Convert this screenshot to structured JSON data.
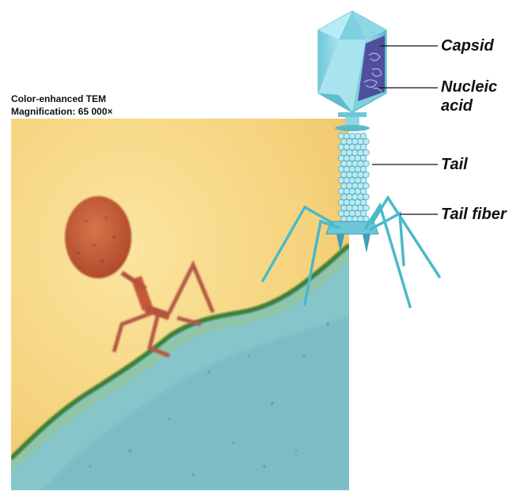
{
  "caption": {
    "line1": "Color-enhanced  TEM",
    "line2": "Magnification: 65 000×"
  },
  "labels": {
    "capsid": "Capsid",
    "nucleic_line1": "Nucleic",
    "nucleic_line2": "acid",
    "tail": "Tail",
    "tail_fiber": "Tail fiber"
  },
  "colors": {
    "background_yellow": "#f6d67a",
    "cell_blue": "#7fc0c6",
    "membrane_green": "#4d8a3c",
    "phage_red": "#c8552e",
    "capsid_cyan": "#7fd0df",
    "fiber_cyan": "#49b9cc",
    "nucleic_purple": "#5a5aa6"
  }
}
